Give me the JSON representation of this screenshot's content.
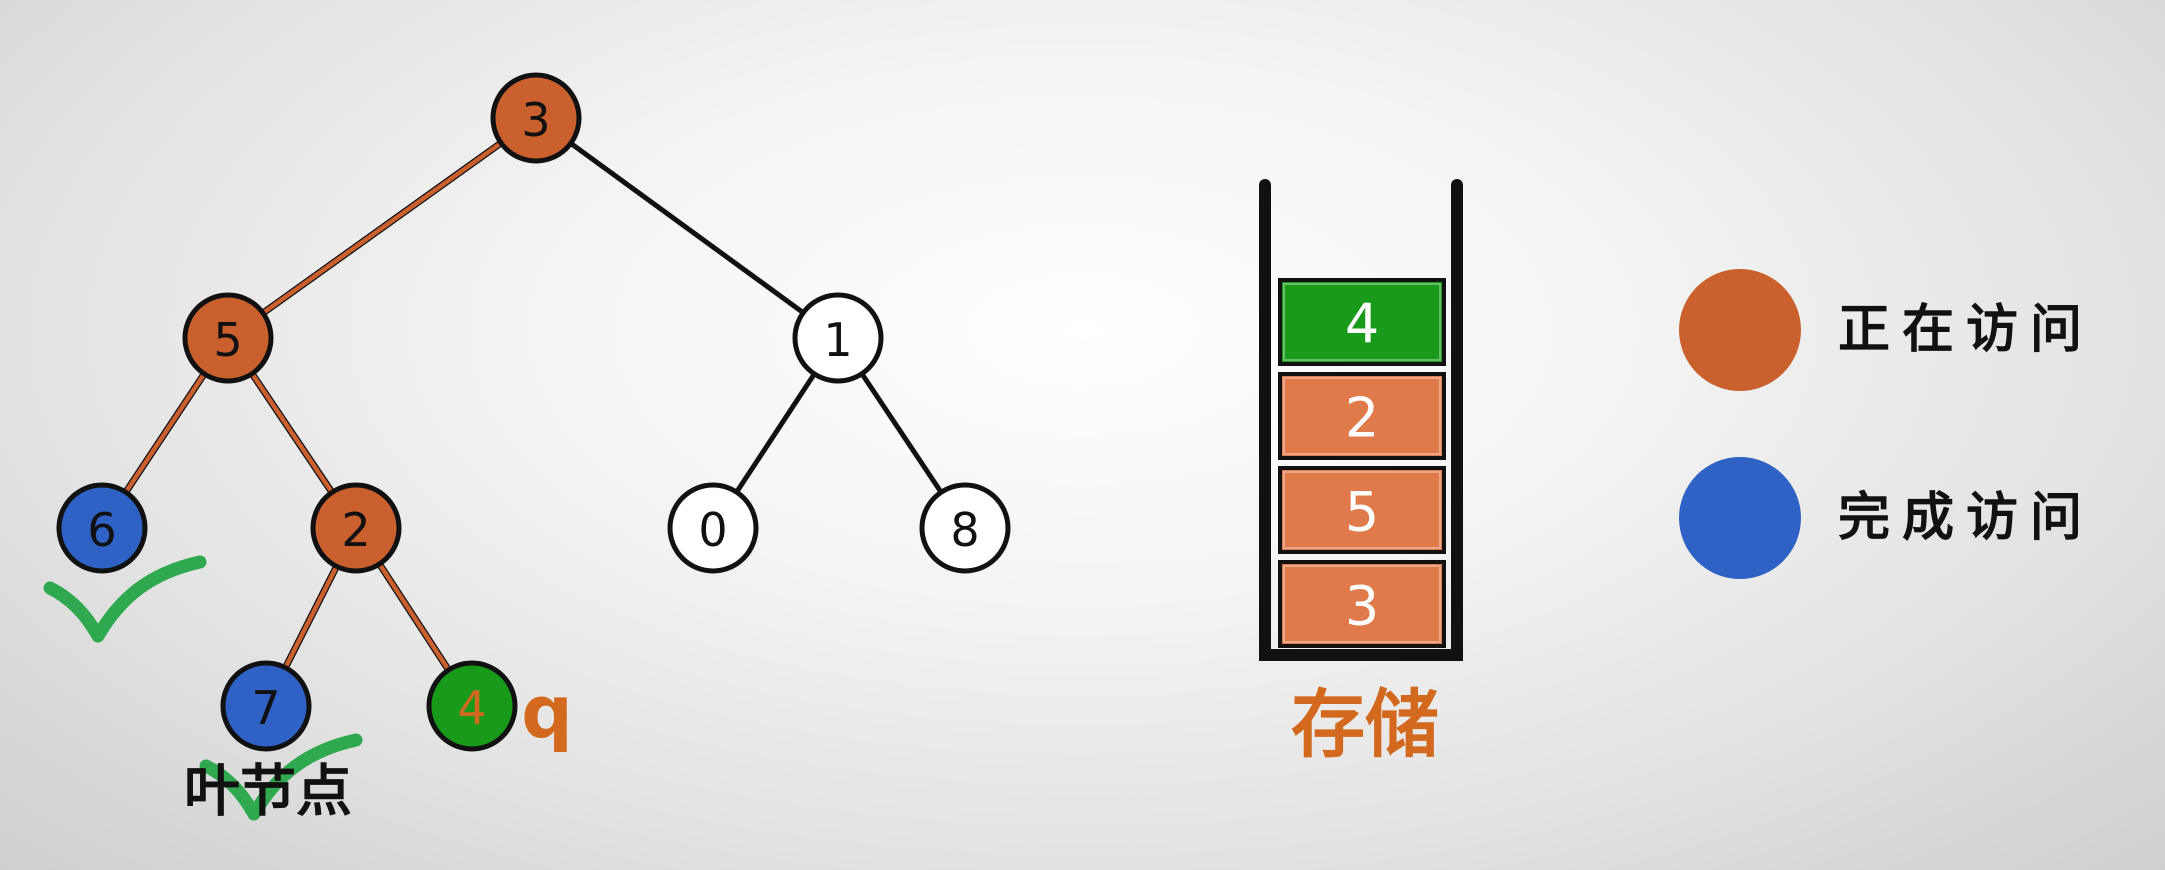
{
  "colors": {
    "visiting": "#c9602e",
    "visited": "#2f62c4",
    "current": "#1a9a1a",
    "unvisited": "#ffffff",
    "edge": "#111111",
    "edge_path": "#c9602e",
    "stack_cell": "#e07a4a",
    "check": "#2fa84f",
    "accent_text": "#d2691e"
  },
  "tree": {
    "nodes": [
      {
        "id": "n3",
        "label": "3",
        "state": "visiting"
      },
      {
        "id": "n5",
        "label": "5",
        "state": "visiting"
      },
      {
        "id": "n1",
        "label": "1",
        "state": "unvisited"
      },
      {
        "id": "n6",
        "label": "6",
        "state": "visited"
      },
      {
        "id": "n2",
        "label": "2",
        "state": "visiting"
      },
      {
        "id": "n0",
        "label": "0",
        "state": "unvisited"
      },
      {
        "id": "n8",
        "label": "8",
        "state": "unvisited"
      },
      {
        "id": "n7",
        "label": "7",
        "state": "visited"
      },
      {
        "id": "n4",
        "label": "4",
        "state": "current"
      }
    ],
    "edges": [
      {
        "from": "n3",
        "to": "n5",
        "highlight": true
      },
      {
        "from": "n3",
        "to": "n1",
        "highlight": false
      },
      {
        "from": "n5",
        "to": "n6",
        "highlight": true
      },
      {
        "from": "n5",
        "to": "n2",
        "highlight": true
      },
      {
        "from": "n1",
        "to": "n0",
        "highlight": false
      },
      {
        "from": "n1",
        "to": "n8",
        "highlight": false
      },
      {
        "from": "n2",
        "to": "n7",
        "highlight": true
      },
      {
        "from": "n2",
        "to": "n4",
        "highlight": true
      }
    ],
    "checked_nodes": [
      "n6",
      "n7"
    ],
    "pointer_label": "q",
    "leaf_caption": "叶节点"
  },
  "stack": {
    "items_top_to_bottom": [
      {
        "label": "4",
        "state": "current"
      },
      {
        "label": "2",
        "state": "visiting"
      },
      {
        "label": "5",
        "state": "visiting"
      },
      {
        "label": "3",
        "state": "visiting"
      }
    ],
    "caption": "存储"
  },
  "legend": [
    {
      "state": "visiting",
      "label": "正在访问"
    },
    {
      "state": "visited",
      "label": "完成访问"
    }
  ]
}
